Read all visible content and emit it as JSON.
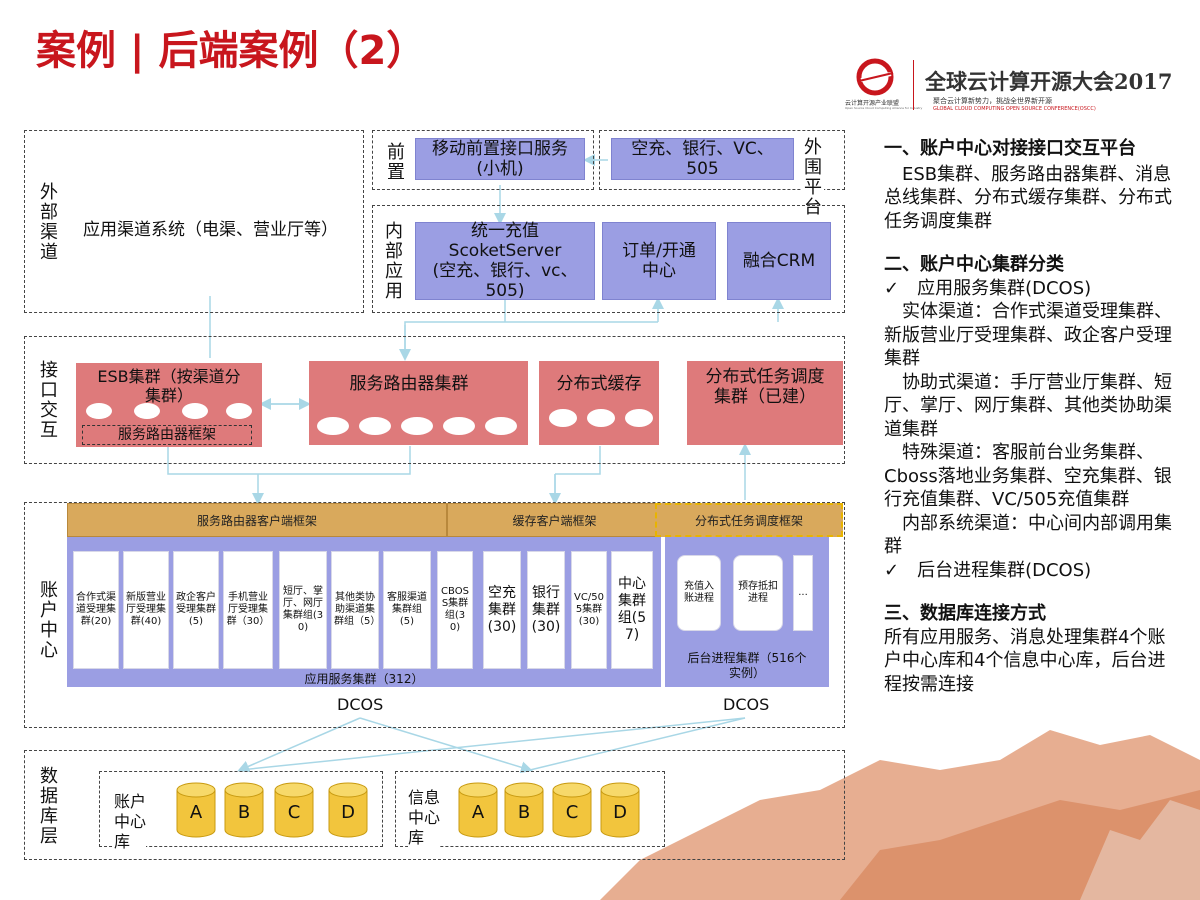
{
  "title": "案例 | 后端案例（2）",
  "logo": {
    "caption_left": "云计算开源产业联盟",
    "caption_left_en": "Open Source Cloud Computing Alliance for Industry",
    "main": "全球云计算开源大会2017",
    "sub": "聚合云计算新势力，挑战全世界新开源",
    "sub_en": "GLOBAL CLOUD COMPUTING OPEN SOURCE CONFERENCE(OSCC)"
  },
  "diagram": {
    "external": {
      "label": "外部渠道",
      "content": "应用渠道系统（电渠、营业厅等）"
    },
    "front": {
      "label": "前置",
      "service": "移动前置接口服务\n(小机)"
    },
    "peripheral": {
      "label": "外围平台",
      "content": "空充、银行、VC、\n505"
    },
    "internal": {
      "label": "内部应用",
      "boxes": [
        "统一充值\nScoketServer\n(空充、银行、vc、\n505)",
        "订单/开通\n中心",
        "融合CRM"
      ]
    },
    "interface": {
      "label": "接口交互",
      "esb": "ESB集群（按渠道分\n集群）",
      "esb_sub": "服务路由器框架",
      "router": "服务路由器集群",
      "cache": "分布式缓存",
      "task": "分布式任务调度\n集群（已建）"
    },
    "account": {
      "label": "账户中心",
      "headers": [
        "服务路由器客户端框架",
        "缓存客户端框架",
        "分布式任务调度框架"
      ],
      "cells": [
        "合作式渠道受理集群(20)",
        "新版营业厅受理集群(40)",
        "政企客户受理集群(5)",
        "手机营业厅受理集群（30）",
        "短厅、掌厅、网厅集群组(30)",
        "其他类协助渠道集群组（5）",
        "客服渠道集群组(5)",
        "CBOSS集群组(30)"
      ],
      "big_cells": [
        "空充集群(30)",
        "银行集群(30)",
        "VC/505集群(30)",
        "中心集群组(57)"
      ],
      "app_caption": "应用服务集群（312）",
      "proc_cells": [
        "充值入账进程",
        "预存抵扣进程",
        "..."
      ],
      "proc_caption": "后台进程集群（516个\n实例）",
      "dcos_left": "DCOS",
      "dcos_right": "DCOS"
    },
    "db": {
      "label": "数据库层",
      "groups": [
        {
          "name": "账户\n中心\n库",
          "dbs": [
            "A",
            "B",
            "C",
            "D"
          ]
        },
        {
          "name": "信息\n中心\n库",
          "dbs": [
            "A",
            "B",
            "C",
            "D"
          ]
        }
      ]
    }
  },
  "right_panel": {
    "h1": "一、账户中心对接接口交互平台",
    "p1": "　ESB集群、服务路由器集群、消息总线集群、分布式缓存集群、分布式任务调度集群",
    "h2": "二、账户中心集群分类",
    "c1": "✓　应用服务集群(DCOS)",
    "p2": "　实体渠道：合作式渠道受理集群、",
    "p3": "新版营业厅受理集群、政企客户受理集群",
    "p4": "　协助式渠道：手厅营业厅集群、短厅、掌厅、网厅集群、其他类协助渠道集群",
    "p5": "　特殊渠道：客服前台业务集群、 Cboss落地业务集群、空充集群、银行充值集群、VC/505充值集群",
    "p6": "　内部系统渠道：中心间内部调用集群",
    "c2": "✓　后台进程集群(DCOS)",
    "h3": "三、数据库连接方式",
    "p7": "所有应用服务、消息处理集群4个账户中心库和4个信息中心库，后台进程按需连接"
  },
  "colors": {
    "title": "#c8161d",
    "purple": "#9b9ee3",
    "pink": "#de7a7b",
    "gold": "#d9a95c",
    "db": "#f2c53d",
    "connector": "#a9d7e6"
  }
}
